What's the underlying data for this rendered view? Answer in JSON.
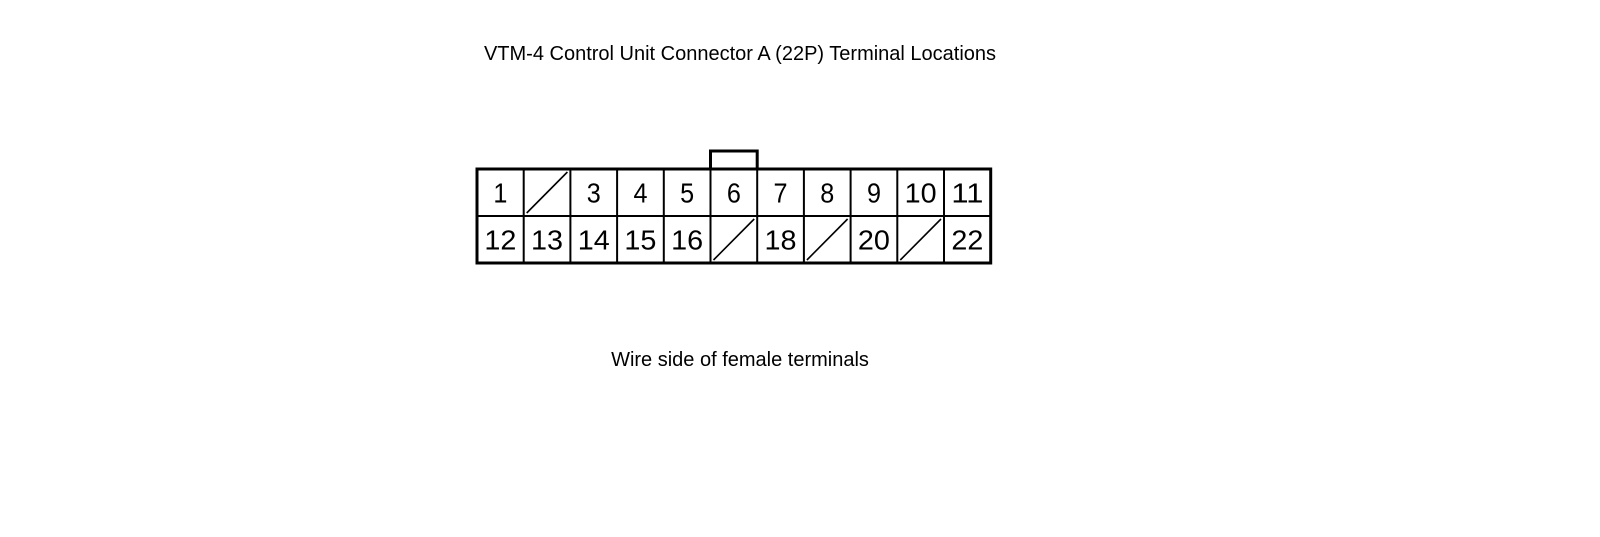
{
  "diagram": {
    "title": "VTM-4 Control Unit Connector A (22P) Terminal Locations",
    "caption": "Wire side of female terminals",
    "connector": {
      "rows": [
        [
          "1",
          "",
          "3",
          "4",
          "5",
          "6",
          "7",
          "8",
          "9",
          "10",
          "11"
        ],
        [
          "12",
          "13",
          "14",
          "15",
          "16",
          "",
          "18",
          "",
          "20",
          "",
          "22"
        ]
      ]
    }
  }
}
